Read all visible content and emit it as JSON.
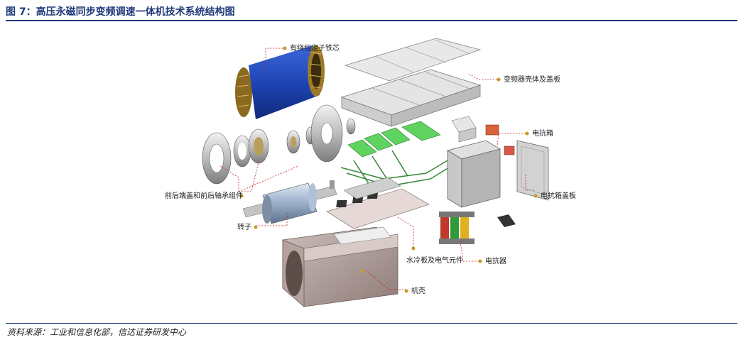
{
  "figure": {
    "title": "图 7：高压永磁同步变频调速一体机技术系统结构图",
    "source": "资料来源：工业和信息化部，信达证券研发中心"
  },
  "labels": {
    "stator": "有绕组定子铁芯",
    "inverter_housing": "变频器壳体及盖板",
    "reactor_box": "电抗箱",
    "reactor_box_cover": "电抗箱盖板",
    "bearing": "前后端盖和前后轴承组件",
    "rotor": "转子",
    "cooling_plate": "水冷板及电气元件",
    "reactor": "电抗器",
    "casing": "机壳"
  },
  "colors": {
    "accent": "#1f3a7a",
    "stator_blue": "#1f45b5",
    "copper": "#b8862c",
    "green_module": "#5fd35f",
    "housing_gray": "#d9d9d9",
    "leader_red": "#b22222",
    "dot_gold": "#c89a1e"
  }
}
